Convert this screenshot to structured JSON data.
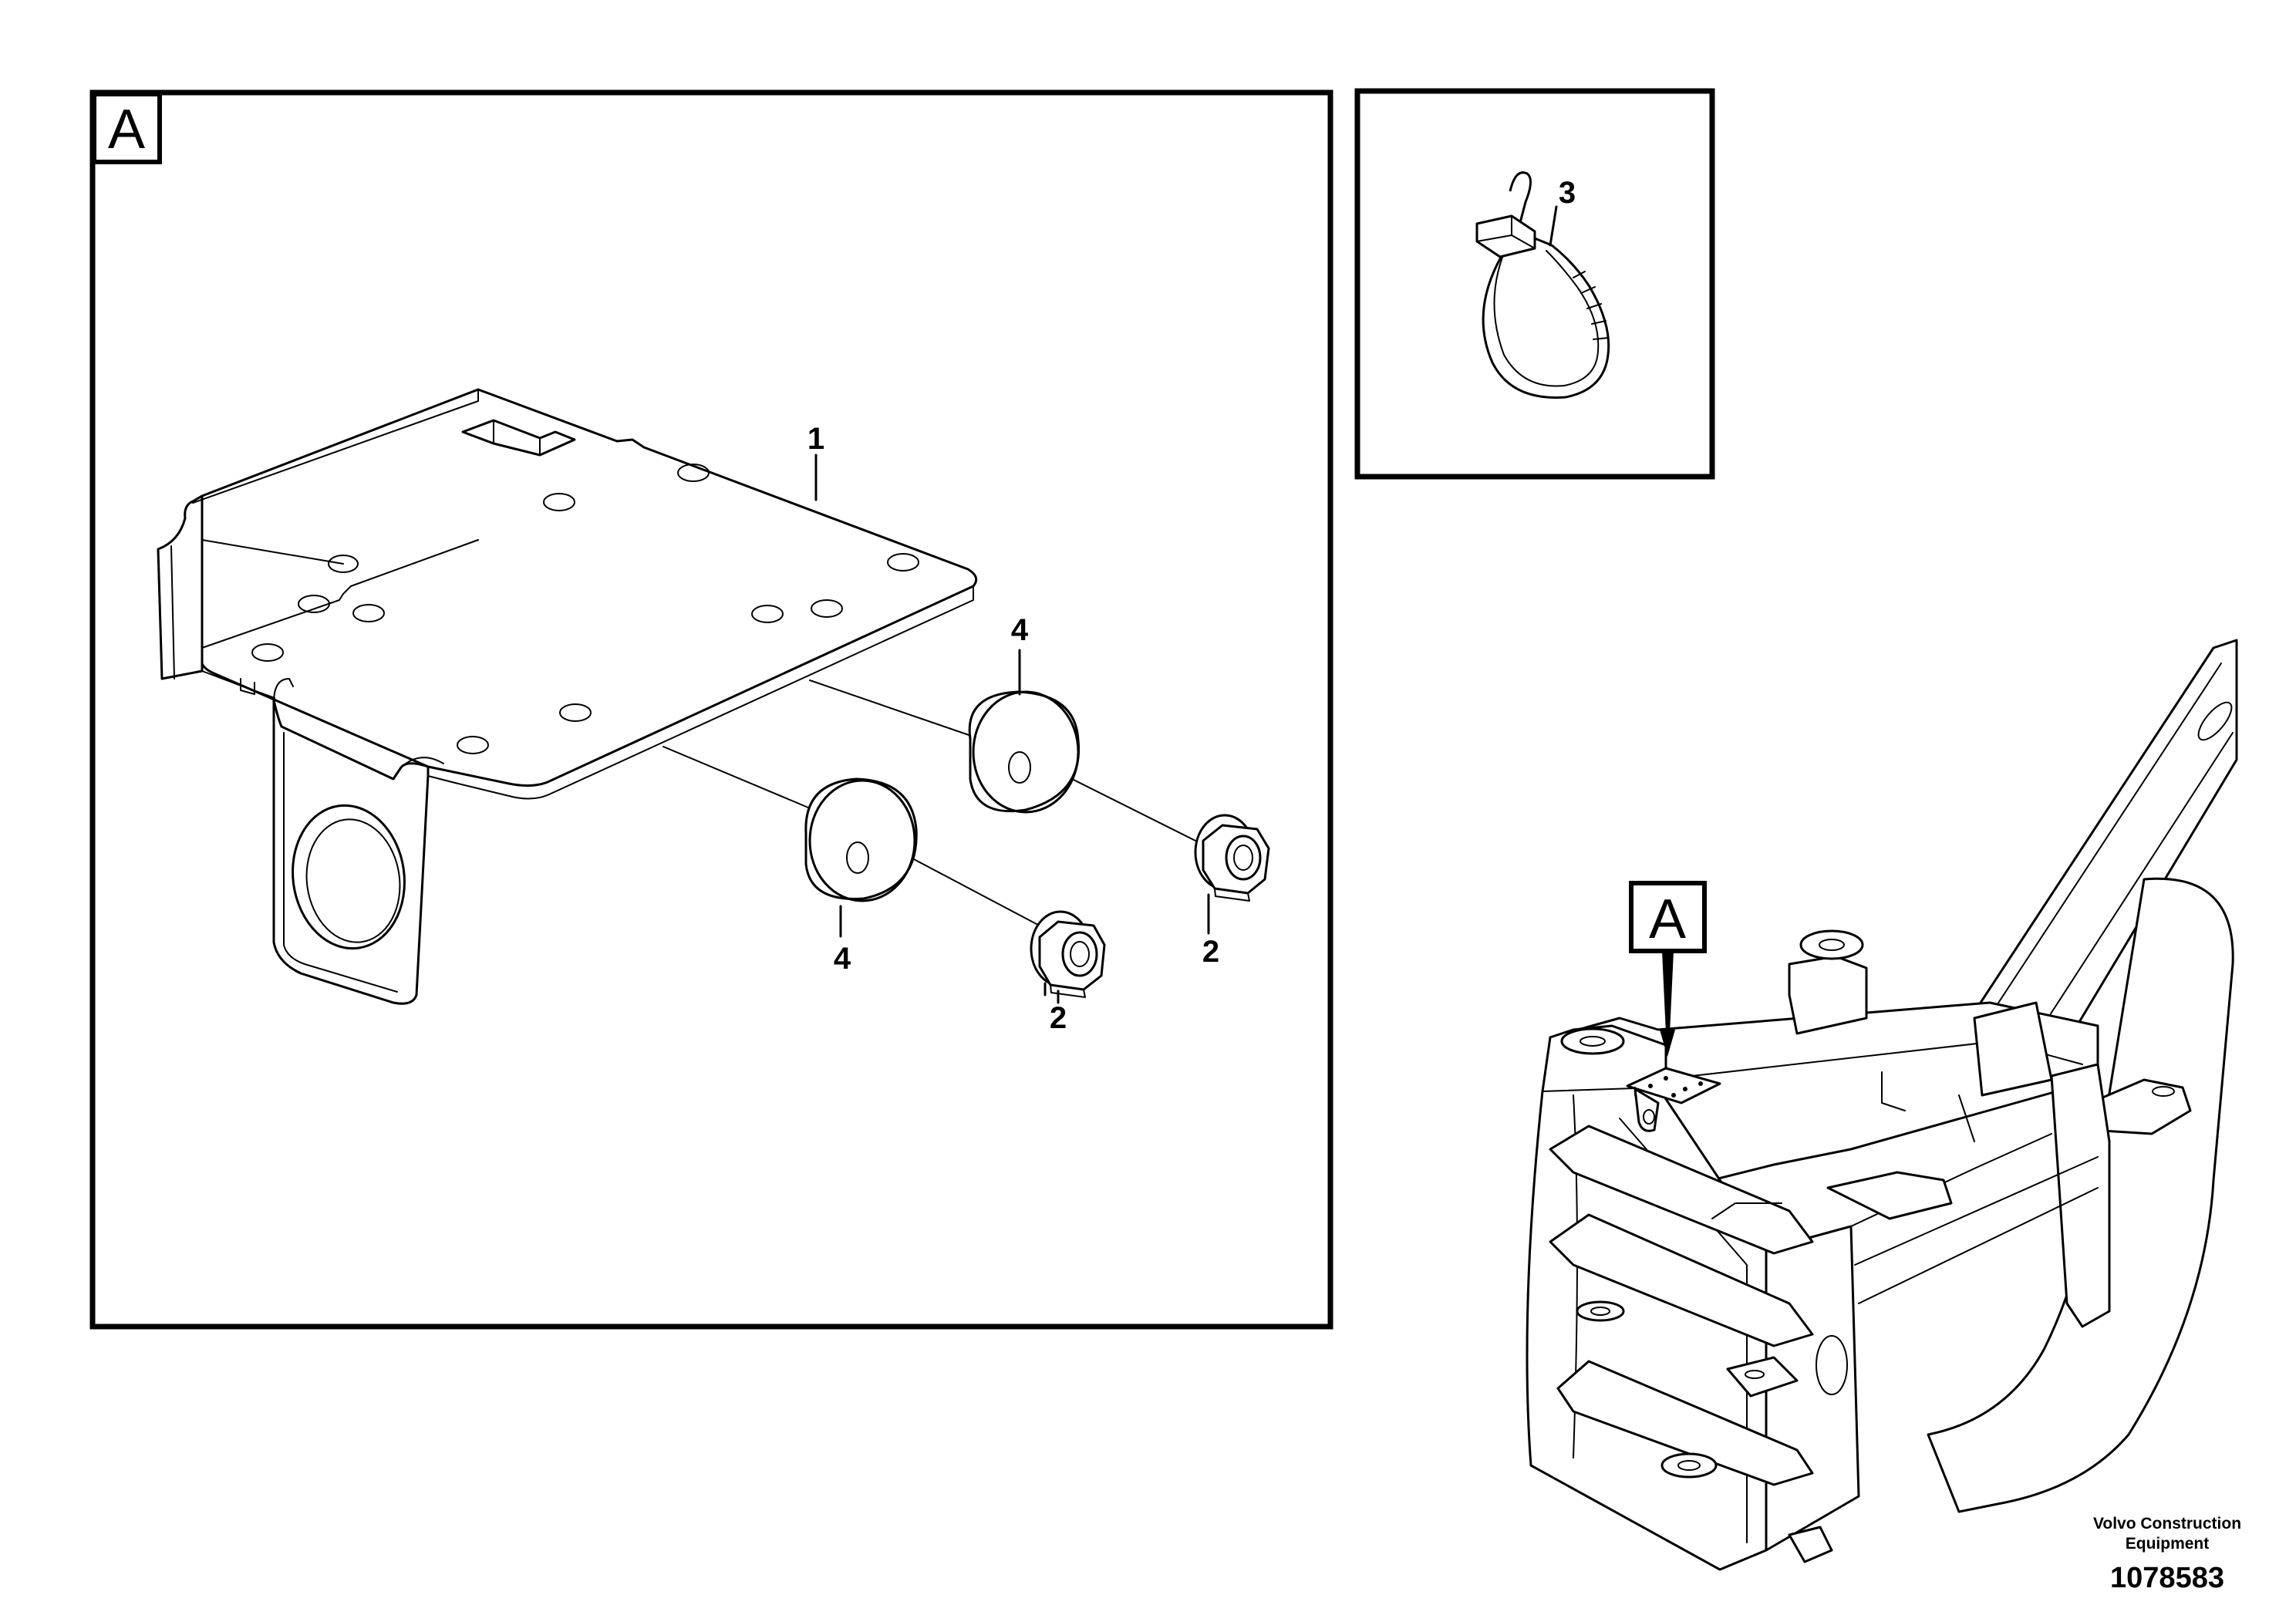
{
  "detail_panel": {
    "tag": "A"
  },
  "cable_tie_panel": {
    "callout": "3"
  },
  "callouts": {
    "bracket": "1",
    "washer_upper": "4",
    "washer_lower": "4",
    "nut_right": "2",
    "nut_lower": "2"
  },
  "overview": {
    "location_tag": "A"
  },
  "footer": {
    "brand_line1": "Volvo Construction",
    "brand_line2": "Equipment",
    "document_number": "1078583"
  }
}
